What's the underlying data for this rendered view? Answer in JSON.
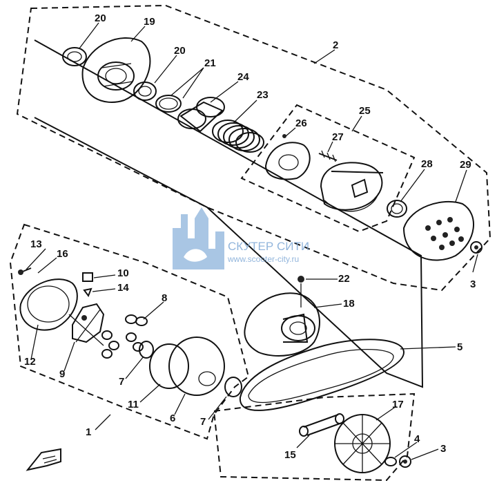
{
  "watermark": {
    "title": "СКУТЕР СИТИ",
    "url": "www.scooter-city.ru"
  },
  "labels": [
    {
      "id": "20a",
      "text": "20"
    },
    {
      "id": "19",
      "text": "19"
    },
    {
      "id": "20b",
      "text": "20"
    },
    {
      "id": "2",
      "text": "2"
    },
    {
      "id": "21",
      "text": "21"
    },
    {
      "id": "24",
      "text": "24"
    },
    {
      "id": "23",
      "text": "23"
    },
    {
      "id": "25",
      "text": "25"
    },
    {
      "id": "26",
      "text": "26"
    },
    {
      "id": "27",
      "text": "27"
    },
    {
      "id": "28",
      "text": "28"
    },
    {
      "id": "29",
      "text": "29"
    },
    {
      "id": "13",
      "text": "13"
    },
    {
      "id": "16",
      "text": "16"
    },
    {
      "id": "10",
      "text": "10"
    },
    {
      "id": "14",
      "text": "14"
    },
    {
      "id": "8",
      "text": "8"
    },
    {
      "id": "22",
      "text": "22"
    },
    {
      "id": "18",
      "text": "18"
    },
    {
      "id": "3a",
      "text": "3"
    },
    {
      "id": "5",
      "text": "5"
    },
    {
      "id": "12",
      "text": "12"
    },
    {
      "id": "9",
      "text": "9"
    },
    {
      "id": "7a",
      "text": "7"
    },
    {
      "id": "11",
      "text": "11"
    },
    {
      "id": "6",
      "text": "6"
    },
    {
      "id": "7b",
      "text": "7"
    },
    {
      "id": "17",
      "text": "17"
    },
    {
      "id": "1",
      "text": "1"
    },
    {
      "id": "4",
      "text": "4"
    },
    {
      "id": "3b",
      "text": "3"
    },
    {
      "id": "15",
      "text": "15"
    }
  ]
}
